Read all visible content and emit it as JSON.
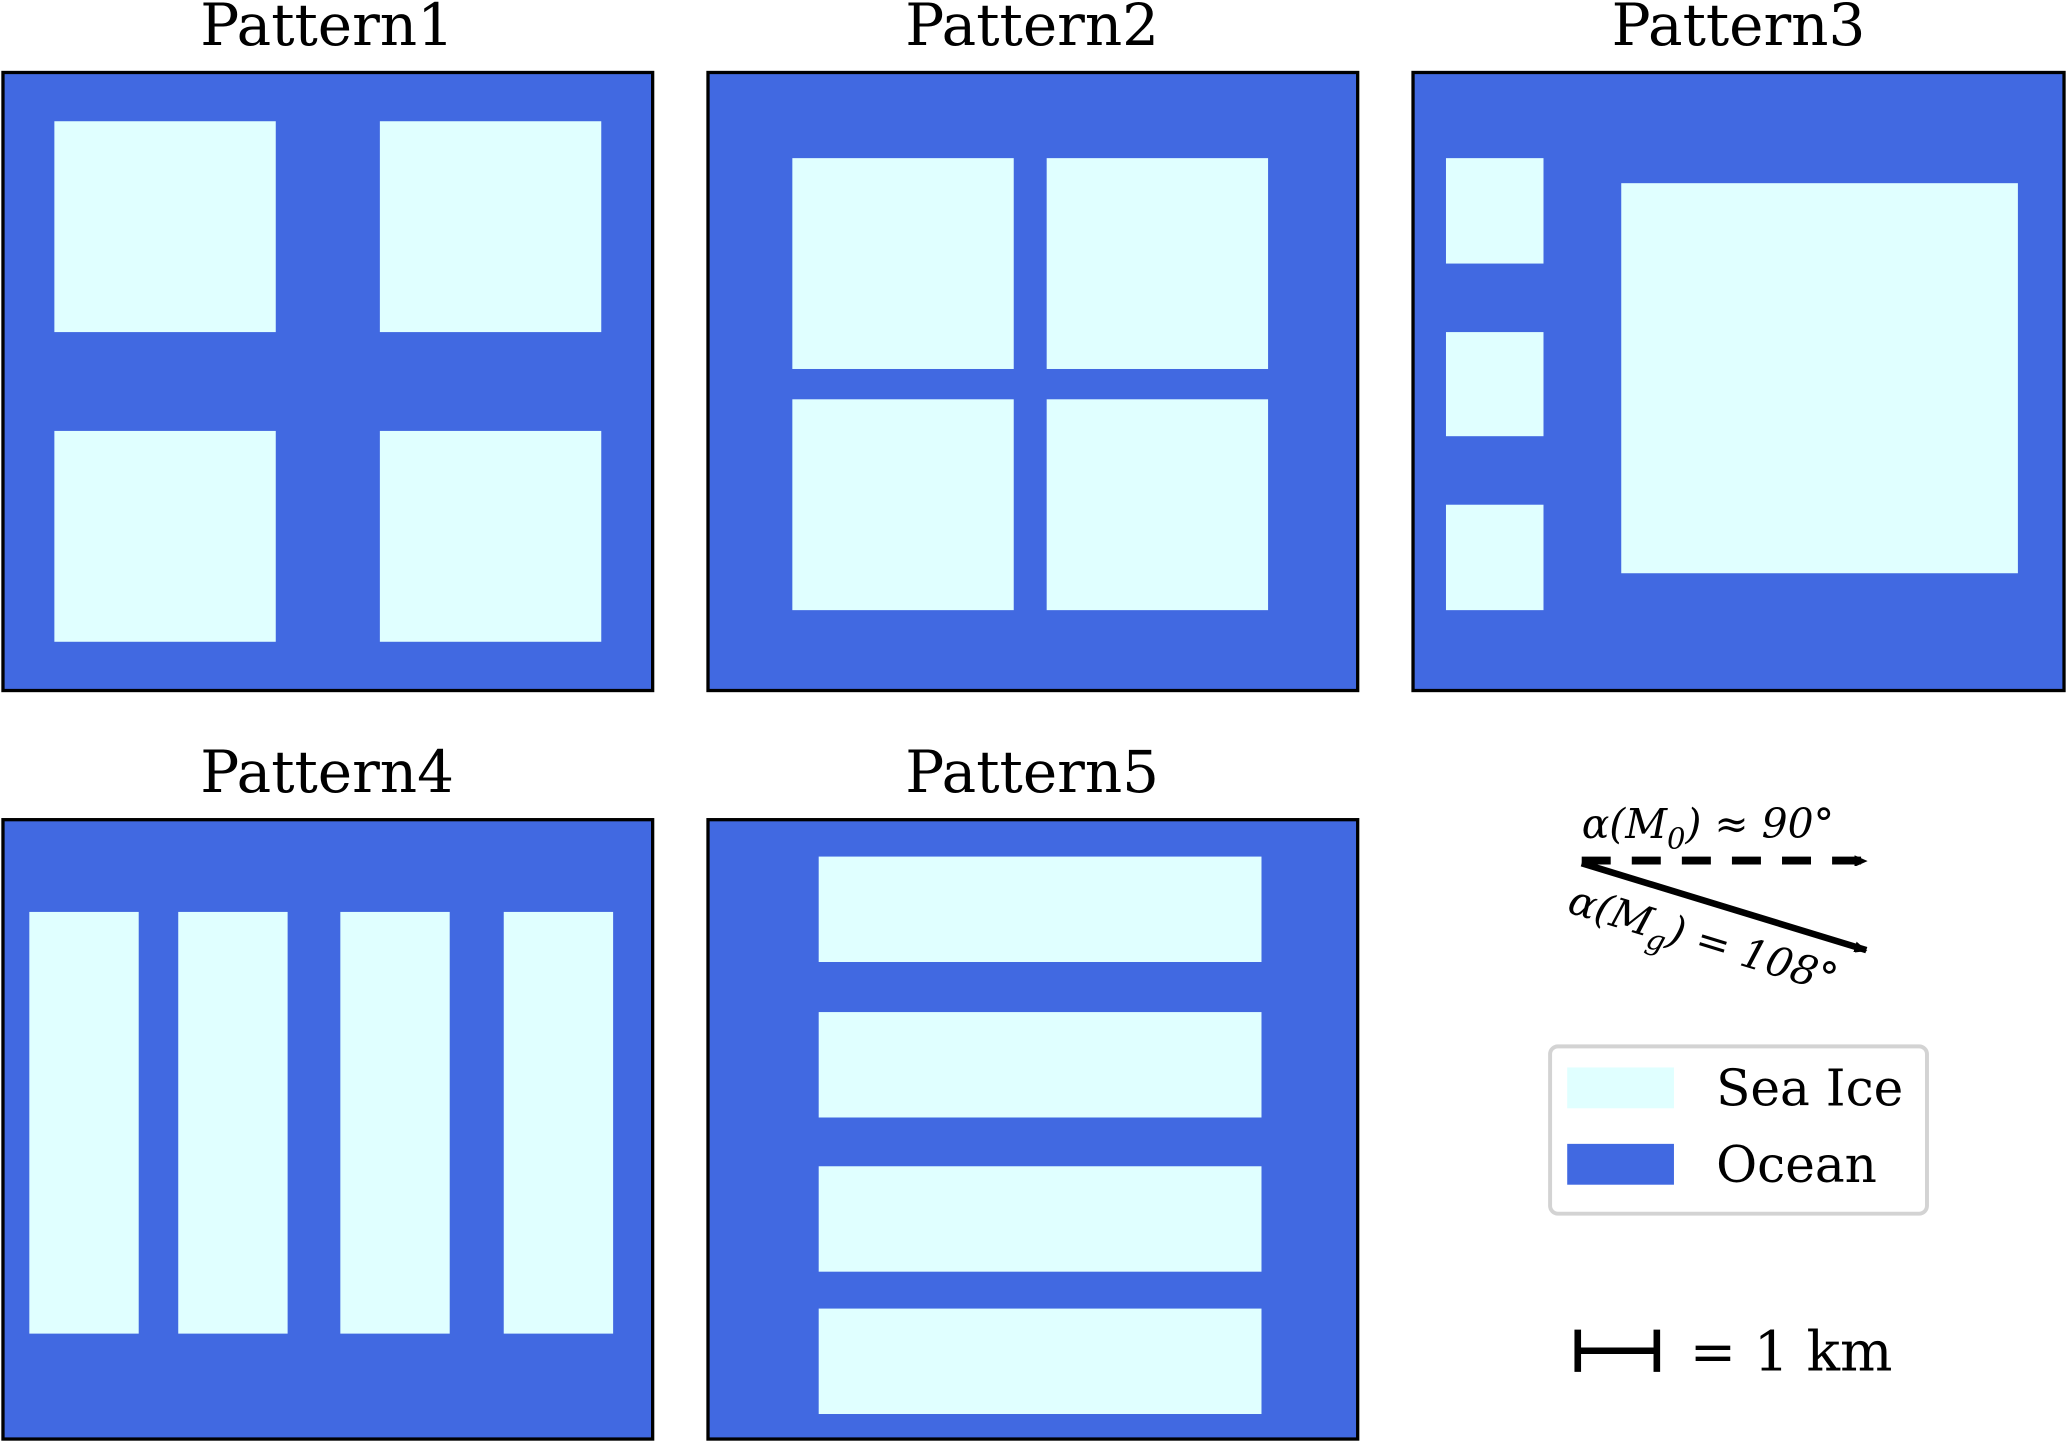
{
  "colors": {
    "sea_ice": "#e0ffff",
    "ocean": "#4169e1"
  },
  "panels": [
    {
      "title": "Pattern1"
    },
    {
      "title": "Pattern2"
    },
    {
      "title": "Pattern3"
    },
    {
      "title": "Pattern4"
    },
    {
      "title": "Pattern5"
    }
  ],
  "arrows": {
    "dashed": {
      "prefix": "α(M",
      "sub": "0",
      "suffix": ") ≈ 90°"
    },
    "solid": {
      "prefix": "α(M",
      "sub": "g",
      "suffix": ") = 108°"
    }
  },
  "legend": {
    "items": [
      {
        "label": "Sea Ice"
      },
      {
        "label": "Ocean"
      }
    ]
  },
  "scale_bar": {
    "label": "= 1 km"
  }
}
